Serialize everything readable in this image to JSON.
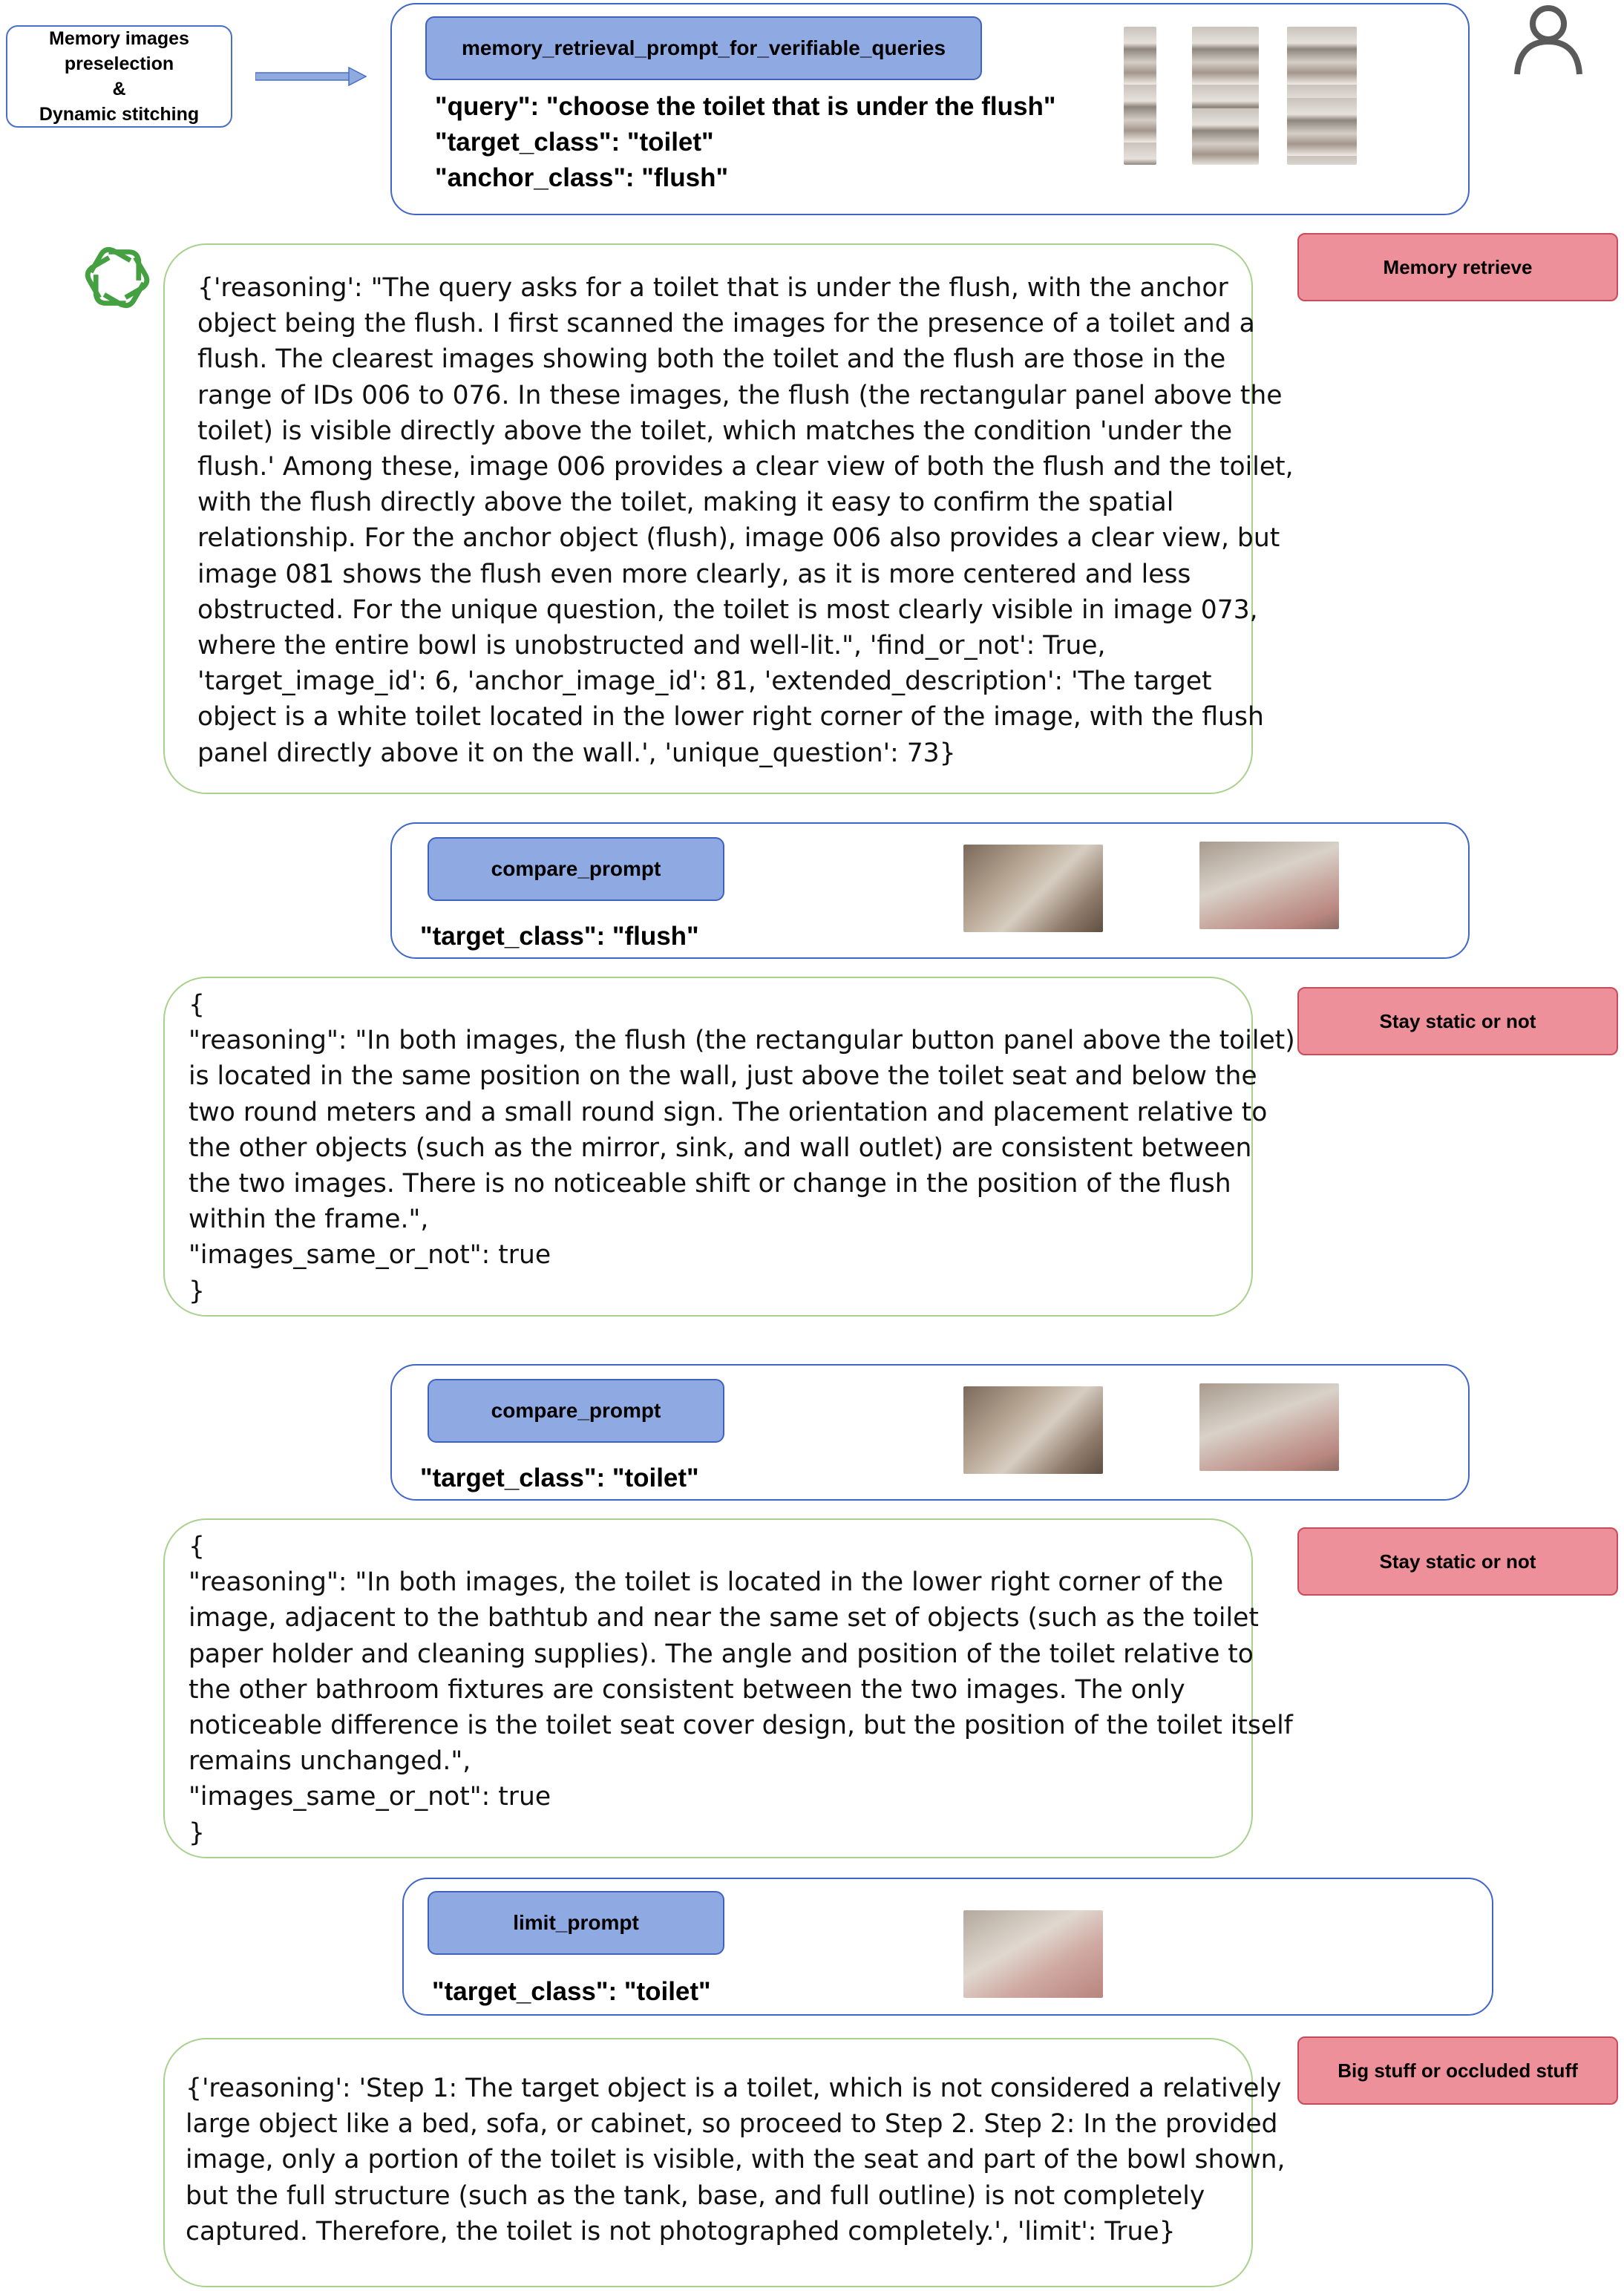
{
  "preselection": {
    "label": "Memory images\npreselection\n&\nDynamic stitching"
  },
  "memory_prompt": {
    "label": "memory_retrieval_prompt_for_verifiable_queries",
    "lines": "\"query\": \"choose the toilet that is under the flush\"\n\"target_class\": \"toilet\"\n\"anchor_class\": \"flush\""
  },
  "memory_reply": {
    "step": "Memory retrieve",
    "text": "{'reasoning': \"The query asks for a toilet that is under the flush, with the anchor\nobject being the flush. I first scanned the images for the presence of a toilet and a\nflush. The clearest images showing both the toilet and the flush are those in the\nrange of IDs 006 to 076. In these images, the flush (the rectangular panel above the\ntoilet) is visible directly above the toilet, which matches the condition 'under the\nflush.' Among these, image 006 provides a clear view of both the flush and the toilet,\nwith the flush directly above the toilet, making it easy to confirm the spatial\nrelationship. For the anchor object (flush), image 006 also provides a clear view, but\nimage 081 shows the flush even more clearly, as it is more centered and less\nobstructed. For the unique question, the toilet is most clearly visible in image 073,\nwhere the entire bowl is unobstructed and well-lit.\", 'find_or_not': True,\n'target_image_id': 6, 'anchor_image_id': 81, 'extended_description': 'The target\nobject is a white toilet located in the lower right corner of the image, with the flush\npanel directly above it on the wall.', 'unique_question': 73}"
  },
  "compare_flush": {
    "label": "compare_prompt",
    "line": "\"target_class\": \"flush\"",
    "step": "Stay static or not",
    "reply": "{\n\"reasoning\": \"In both images, the flush (the rectangular button panel above the toilet)\nis located in the same position on the wall, just above the toilet seat and below the\ntwo round meters and a small round sign. The orientation and placement relative to\nthe other objects (such as the mirror, sink, and wall outlet) are consistent between\nthe two images. There is no noticeable shift or change in the position of the flush\nwithin the frame.\",\n\"images_same_or_not\": true\n}"
  },
  "compare_toilet": {
    "label": "compare_prompt",
    "line": "\"target_class\": \"toilet\"",
    "step": "Stay static or not",
    "reply": "{\n\"reasoning\": \"In both images, the toilet is located in the lower right corner of the\nimage, adjacent to the bathtub and near the same set of objects (such as the toilet\npaper holder and cleaning supplies). The angle and position of the toilet relative to\nthe other bathroom fixtures are consistent between the two images. The only\nnoticeable difference is the toilet seat cover design, but the position of the toilet itself\nremains unchanged.\",\n\"images_same_or_not\": true\n}"
  },
  "limit": {
    "label": "limit_prompt",
    "line": "\"target_class\": \"toilet\"",
    "step": "Big stuff or occluded stuff",
    "reply": "{'reasoning': 'Step 1: The target object is a toilet, which is not considered a relatively\nlarge object like a bed, sofa, or cabinet, so proceed to Step 2. Step 2: In the provided\nimage, only a portion of the toilet is visible, with the seat and part of the bowl shown,\nbut the full structure (such as the tank, base, and full outline) is not completely\ncaptured. Therefore, the toilet is not photographed completely.', 'limit': True}"
  },
  "colors": {
    "prompt_border": "#4166c8",
    "pill_fill": "#8fa9e3",
    "reply_border": "#a9d18e",
    "step_fill": "#ee909a",
    "gpt_logo": "#45a041"
  },
  "icons": [
    "user-icon",
    "chatgpt-logo-icon",
    "arrow-right-icon"
  ]
}
